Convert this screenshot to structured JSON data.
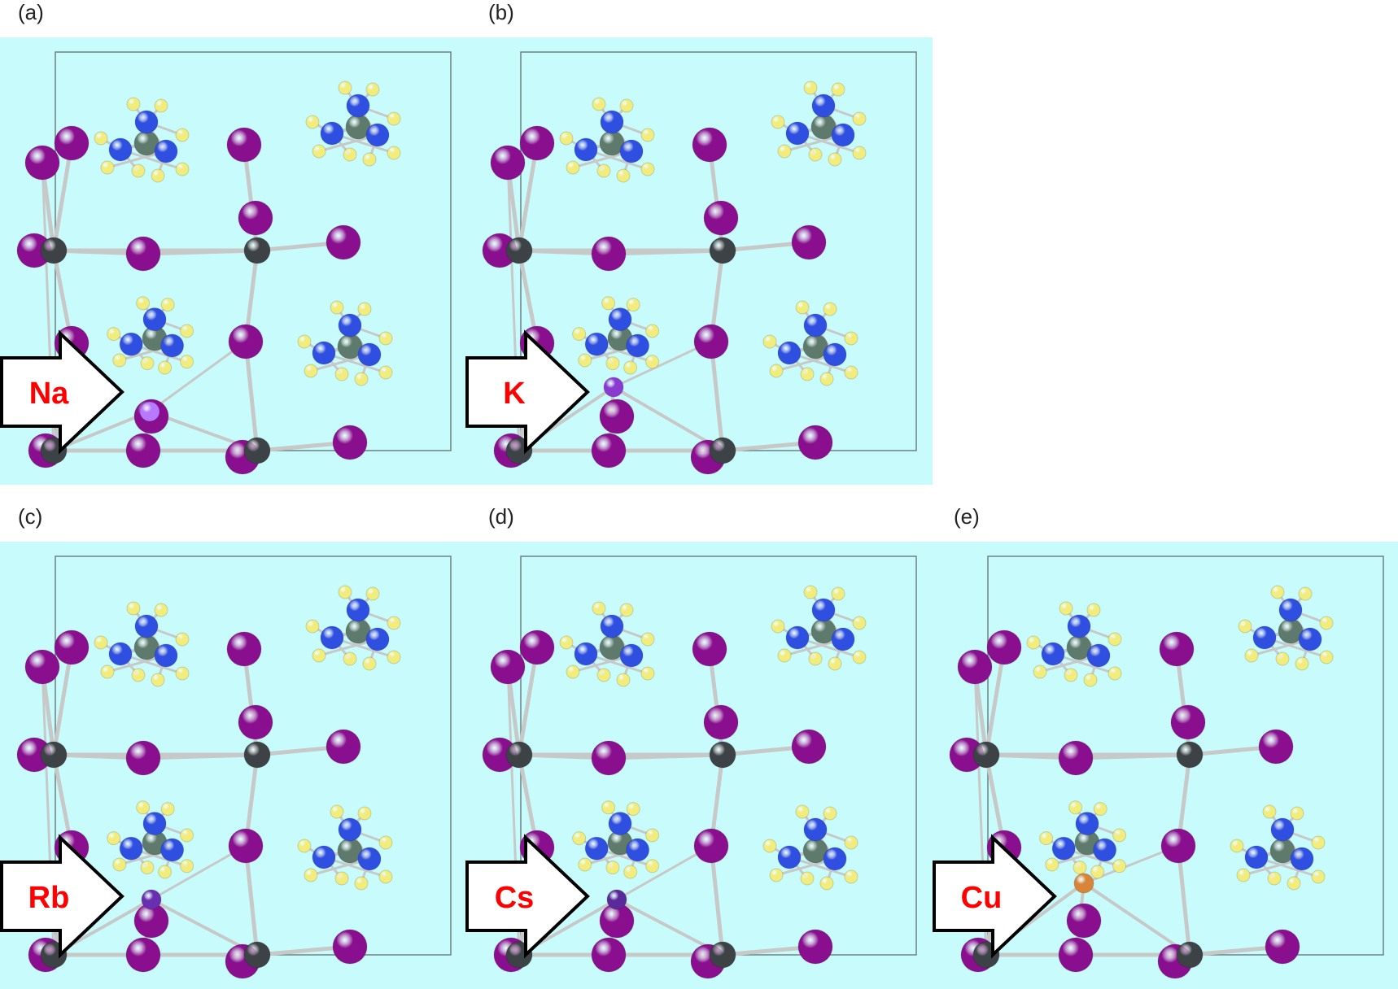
{
  "colors": {
    "background": "#c8fcfc",
    "cell_edge": "#6f7f82",
    "bond": "#c7c9c9",
    "iodine": "#8a0f8f",
    "metal": "#3c4246",
    "carbon": "#5e7a6c",
    "nitrogen": "#2f4fe0",
    "hydrogen": "#f2ec7d",
    "arrow_text": "#ff0000"
  },
  "panels": [
    {
      "label": "(a)",
      "dopant": "Na",
      "dopant_color": "#b779ff"
    },
    {
      "label": "(b)",
      "dopant": "K",
      "dopant_color": "#8a3ad0"
    },
    {
      "label": "(c)",
      "dopant": "Rb",
      "dopant_color": "#6a2fb0"
    },
    {
      "label": "(d)",
      "dopant": "Cs",
      "dopant_color": "#5a2a9a"
    },
    {
      "label": "(e)",
      "dopant": "Cu",
      "dopant_color": "#d8853a"
    }
  ]
}
